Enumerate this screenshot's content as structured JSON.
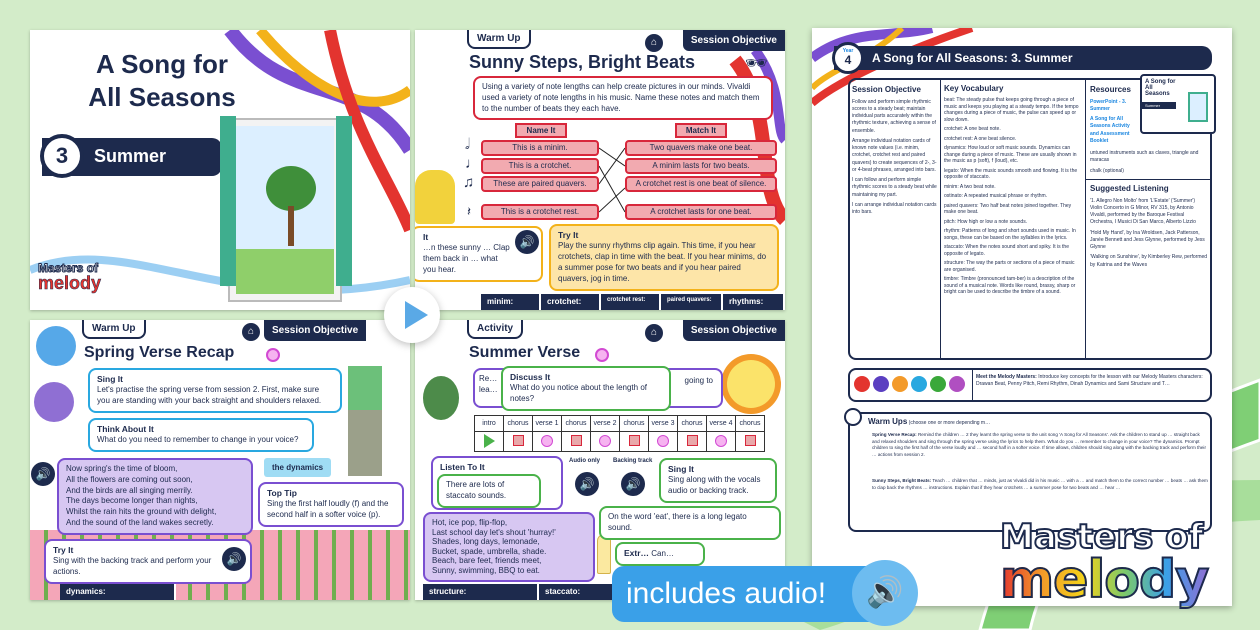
{
  "cover": {
    "title_line1": "A Song for",
    "title_line2": "All Seasons",
    "number": "3",
    "subtitle": "Summer",
    "logo_top": "Masters of",
    "logo_bottom": "melody"
  },
  "slide2": {
    "tag": "Warm Up",
    "objective": "Session Objective",
    "title": "Sunny Steps, Bright Beats",
    "intro": "Using a variety of note lengths can help create pictures in our minds. Vivaldi used a variety of note lengths in his music. Name these notes and match them to the number of beats they each have.",
    "name_header": "Name It",
    "match_header": "Match It",
    "names": [
      "This is a minim.",
      "This is a crotchet.",
      "These are paired quavers.",
      "This is a crotchet rest."
    ],
    "matches": [
      "Two quavers make one beat.",
      "A minim lasts for two beats.",
      "A crotchet rest is one beat of silence.",
      "A crotchet lasts for one beat."
    ],
    "note_symbols": [
      "𝅗𝅥",
      "♩",
      "♫",
      "𝄽"
    ],
    "listen_title": "It",
    "listen_text": "…n these sunny … Clap them back in … what you hear.",
    "try_title": "Try It",
    "try_text": "Play the sunny rhythms clip again. This time, if you hear crotchets, clap in time with the beat. If you hear minims, do a summer pose for two beats and if you hear paired quavers, jog in time.",
    "footer": [
      "minim:",
      "crotchet:",
      "crotchet rest:",
      "paired quavers:",
      "rhythms:"
    ]
  },
  "slide3": {
    "tag": "Warm Up",
    "objective": "Session Objective",
    "title": "Spring Verse Recap",
    "sing_title": "Sing It",
    "sing_text": "Let's practise the spring verse from session 2. First, make sure you are standing with your back straight and shoulders relaxed.",
    "think_title": "Think About It",
    "think_text": "What do you need to remember to change in your voice?",
    "answer": "the dynamics",
    "lyrics": [
      "Now spring's the time of bloom,",
      "All the flowers are coming out soon,",
      "And the birds are all singing merrily.",
      "The days become longer than nights,",
      "Whilst the rain hits the ground with delight,",
      "And the sound of the land wakes secretly."
    ],
    "tip_title": "Top Tip",
    "tip_text": "Sing the first half loudly (f) and the second half in a softer voice (p).",
    "try_title": "Try It",
    "try_text": "Sing with the backing track and perform your actions.",
    "footer": [
      "dynamics:"
    ]
  },
  "slide4": {
    "tag": "Activity",
    "objective": "Session Objective",
    "title": "Summer Verse",
    "behind_text_left": "Re… lea…",
    "behind_text_right": "going to",
    "discuss_title": "Discuss It",
    "discuss_text": "What do you notice about the length of notes?",
    "structure": [
      "intro",
      "chorus",
      "verse 1",
      "chorus",
      "verse 2",
      "chorus",
      "verse 3",
      "chorus",
      "verse 4",
      "chorus"
    ],
    "listen_title": "Listen To It",
    "listen_text": "There are lots of staccato sounds.",
    "audio_only": "Audio only",
    "backing_track": "Backing track",
    "sing_title": "Sing It",
    "sing_text": "Sing along with the vocals audio or backing track.",
    "legato_text": "On the word 'eat', there is a long legato sound.",
    "extra_title": "Extr…",
    "extra_text": "Can…",
    "lyrics": [
      "Hot, ice pop, flip-flop,",
      "Last school day let's shout 'hurray!'",
      "Shades, long days, lemonade,",
      "Bucket, spade, umbrella, shade.",
      "Beach, bare feet, friends meet,",
      "Sunny, swimming, BBQ to eat."
    ],
    "footer": [
      "structure:",
      "staccato:"
    ]
  },
  "document": {
    "year_label": "Year",
    "year": "4",
    "title": "A Song for All Seasons: 3. Summer",
    "objective_heading": "Session Objective",
    "objective_text": [
      "Follow and perform simple rhythmic scores to a steady beat; maintain individual parts accurately within the rhythmic texture, achieving a sense of ensemble.",
      "Arrange individual notation cards of known note values (i.e. minim, crotchet, crotchet rest and paired quavers) to create sequences of 2-, 3- or 4-beat phrases, arranged into bars.",
      "I can follow and perform simple rhythmic scores to a steady beat while maintaining my part.",
      "I can arrange individual notation cards into bars."
    ],
    "vocab_heading": "Key Vocabulary",
    "vocab": [
      "beat: The steady pulse that keeps going through a piece of music and keeps you playing at a steady tempo. If the tempo changes during a piece of music, the pulse can speed up or slow down.",
      "crotchet: A one beat note.",
      "crotchet rest: A one beat silence.",
      "dynamics: How loud or soft music sounds. Dynamics can change during a piece of music. These are usually shown in the music as p (soft), f (loud), etc.",
      "legato: When the music sounds smooth and flowing. It is the opposite of staccato.",
      "minim: A two beat note.",
      "ostinato: A repeated musical phrase or rhythm.",
      "paired quavers: Two half beat notes joined together. They make one beat.",
      "pitch: How high or low a note sounds.",
      "rhythm: Patterns of long and short sounds used in music. In songs, these can be based on the syllables in the lyrics.",
      "staccato: When the notes sound short and spiky. It is the opposite of legato.",
      "structure: The way the parts or sections of a piece of music are organised.",
      "timbre: Timbre (pronounced tam-ber) is a description of the sound of a musical note. Words like round, brassy, sharp or bright can be used to describe the timbre of a sound."
    ],
    "resources_heading": "Resources",
    "resources": [
      "PowerPoint - 3. Summer",
      "A Song for All Seasons Activity and Assessment Booklet",
      "untuned instruments such as claves, triangle and maracas",
      "chalk (optional)"
    ],
    "thumb_title": "A Song for All Seasons",
    "thumb_sub": "Summer",
    "listening_heading": "Suggested Listening",
    "listening": [
      "'1. Allegro Non Molto' from 'L'Estate' ('Summer') Violin Concerto in G Minor, RV 315, by Antonio Vivaldi, performed by the Baroque Festival Orchestra, I Musici Di San Marco, Alberto Lizzio",
      "'Hold My Hand', by Ina Wroldsen, Jack Patterson, Janée Bennett and Jess Glynne, performed by Jess Glynne",
      "'Walking on Sunshine', by Kimberley Rew, performed by Katrina and the Waves"
    ],
    "melody_heading": "Meet the Melody Masters:",
    "melody_text": "Introduce key concepts for the lesson with our Melody Masters characters: Drawan Beat, Penny Pitch, Remi Rhythm, Dinah Dynamics and Sami Structure and T…",
    "warmups_heading": "Warm Ups",
    "warmups_note": "(choose one or more depending m…",
    "warmup1_title": "Spring Verse Recap:",
    "warmup1_text": "Remind the children … 2 they learnt the spring verse to the unit song 'A Song for All Seasons'. Ask the children to stand up … straight back and relaxed shoulders and sing through the spring verse using the lyrics to help them. What do you … remember to change in your voice? The dynamics. Prompt children to sing the first half of the verse loudly and … second half in a softer voice. If time allows, children should sing along with the backing track and perform their … actions from session 2.",
    "warmup2_title": "Sunny Steps, Bright Beats:",
    "warmup2_text": "Teach … children that … minds, just as Vivaldi did in his music … with a … and match them to the correct number … beats … ask them to clap back the rhythms … instructions. Explain that if they hear crotchets … a summer pose for two beats and … hear …"
  },
  "banner": {
    "text": "includes audio!"
  },
  "logo": {
    "top": "Masters of",
    "bottom": "melody"
  },
  "colors": {
    "background": "#d3ecc9",
    "navy": "#1d2a4d",
    "banner_blue": "#3aa0e8",
    "red": "#d8273b"
  }
}
